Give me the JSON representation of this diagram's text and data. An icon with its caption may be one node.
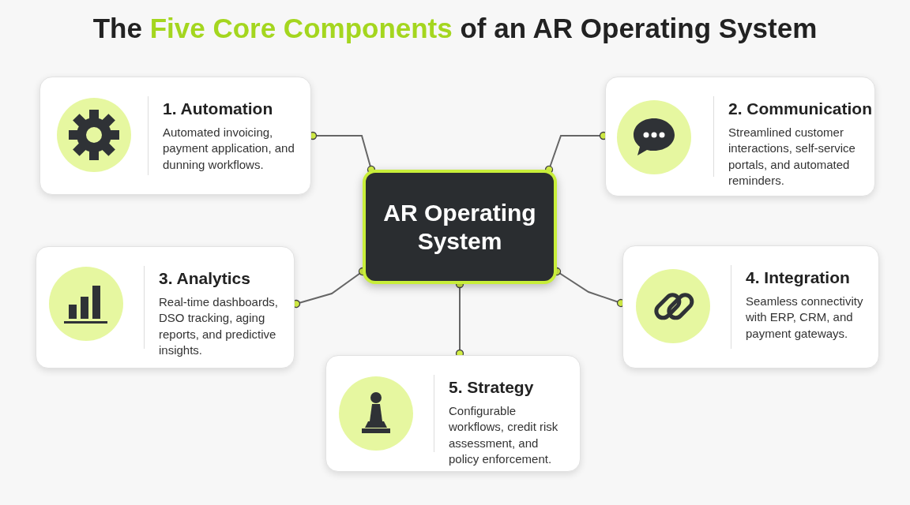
{
  "diagram": {
    "title": "The *Five Core Components* of an AR Operating System",
    "nodes": [
      {
        "text": [
          "AR Operating System"
        ]
      },
      {
        "text": [
          "1. Automation",
          "Automated invoicing, payment application, and dunning workflows."
        ]
      },
      {
        "text": [
          "2. Communication",
          "Streamlined customer interactions, self-service portals, and automated reminders."
        ]
      },
      {
        "text": [
          "3. Analytics",
          "Real-time dashboards, DSO tracking, aging reports, and predictive insights."
        ]
      },
      {
        "text": [
          "4. Integration",
          "Seamless connectivity with ERP, CRM, and payment gateways."
        ]
      },
      {
        "text": [
          "5. Strategy",
          "Configurable workflows, credit risk assessment, and policy enforcement."
        ]
      }
    ],
    "edges": [
      {
        "from": 0,
        "to": 1,
        "arrow": "other"
      },
      {
        "from": 0,
        "to": 2,
        "arrow": "other"
      },
      {
        "from": 0,
        "to": 3,
        "arrow": "other"
      },
      {
        "from": 0,
        "to": 4,
        "arrow": "other"
      },
      {
        "from": 0,
        "to": 5,
        "arrow": "other"
      }
    ]
  }
}
